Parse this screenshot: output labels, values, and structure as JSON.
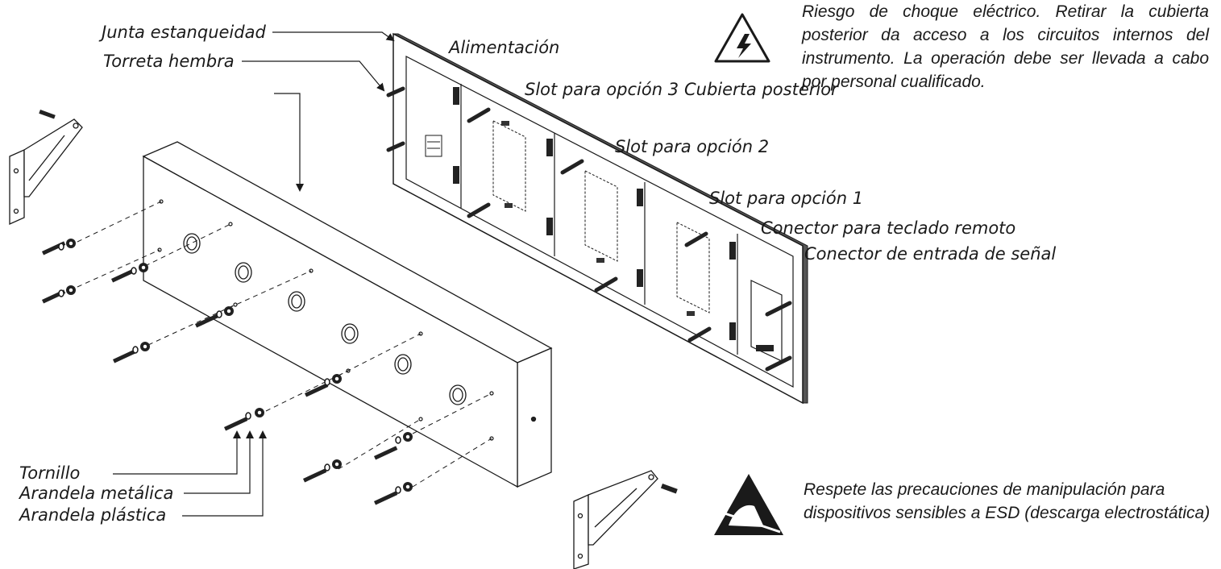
{
  "labels": {
    "junta": "Junta estanqueidad",
    "torreta": "Torreta hembra",
    "alimentacion": "Alimentación",
    "slot3": "Slot para opción 3",
    "cubierta": "Cubierta posterior",
    "slot2": "Slot para opción 2",
    "slot1": "Slot para opción 1",
    "teclado": "Conector para teclado remoto",
    "entrada": "Conector de entrada de señal",
    "tornillo": "Tornillo",
    "arandela_metalica": "Arandela metálica",
    "arandela_plastica": "Arandela plástica"
  },
  "warnings": {
    "electric": "Riesgo de choque eléctrico. Retirar la cubierta posterior da acceso a los circuitos internos del instrumento. La operación debe ser llevada a cabo por personal cualificado.",
    "esd": "Respete las precauciones de manipulación para dispositivos sensibles a ESD (descarga electrostática)"
  },
  "icons": {
    "electric": "high-voltage-warning-icon",
    "esd": "esd-warning-icon"
  },
  "colors": {
    "line": "#1a1a1a",
    "rear_cover_edge": "#444444"
  }
}
